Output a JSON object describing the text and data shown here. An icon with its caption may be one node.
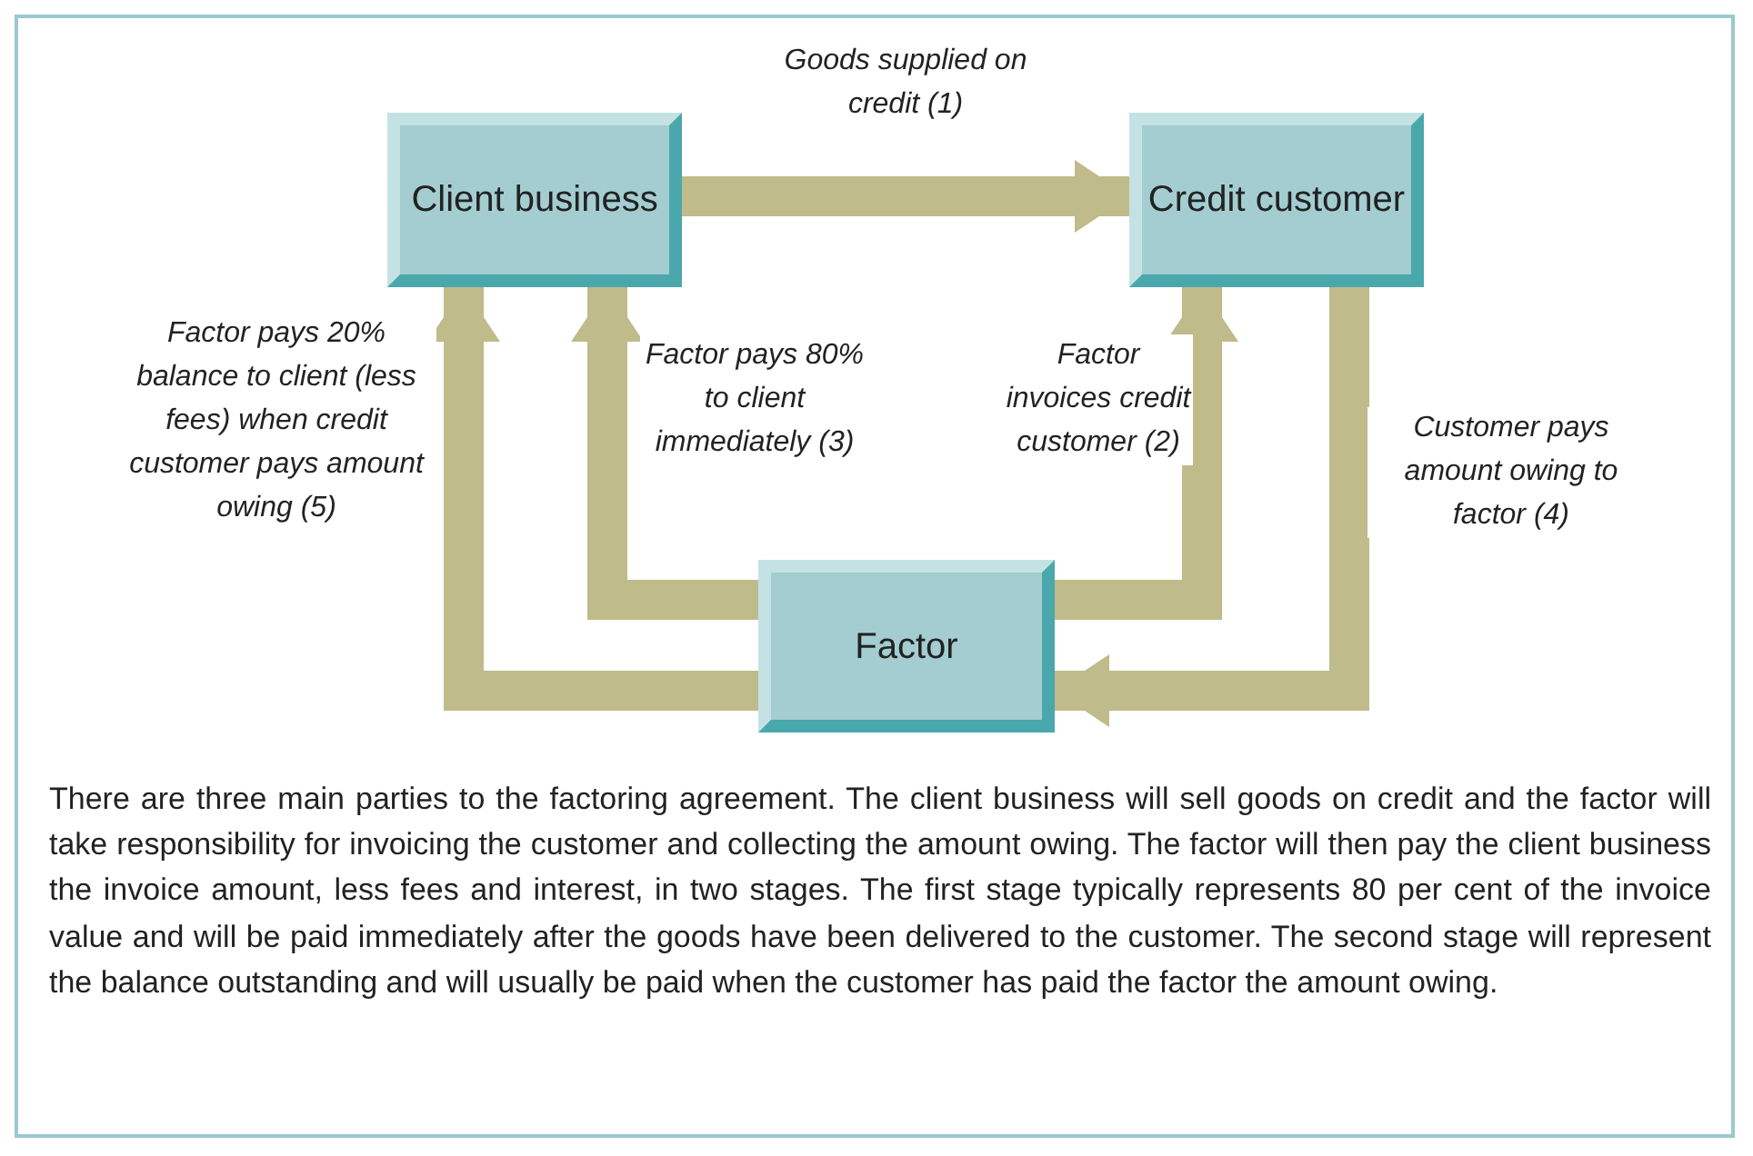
{
  "diagram": {
    "nodes": [
      {
        "text": [
          "Client business"
        ]
      },
      {
        "text": [
          "Credit customer"
        ]
      },
      {
        "text": [
          "Factor"
        ]
      }
    ],
    "edges": [
      {
        "from": 0,
        "to": 1,
        "arrow": "to",
        "label": "Goods supplied on credit (1)"
      },
      {
        "from": 2,
        "to": 1,
        "arrow": "to",
        "label": "Factor invoices credit customer (2)"
      },
      {
        "from": 2,
        "to": 0,
        "arrow": "to",
        "label": "Factor pays 80% to client immediately (3)"
      },
      {
        "from": 1,
        "to": 2,
        "arrow": "to",
        "label": "Customer pays amount owing to factor (4)"
      },
      {
        "from": 2,
        "to": 0,
        "arrow": "to",
        "label": "Factor pays 20% balance to client (less fees) when credit customer pays amount owing (5)"
      }
    ],
    "caption": "There are three main parties to the factoring agreement. The client business will sell goods on credit and the factor will take responsibility for invoicing the customer and collecting the amount owing. The factor will then pay the client business the invoice amount, less fees and interest, in two stages. The first stage typically represents 80 per cent of the invoice value and will be paid immediately after the goods have been delivered to the customer. The second stage will represent the balance outstanding and will usually be paid when the customer has paid the factor the amount owing."
  }
}
